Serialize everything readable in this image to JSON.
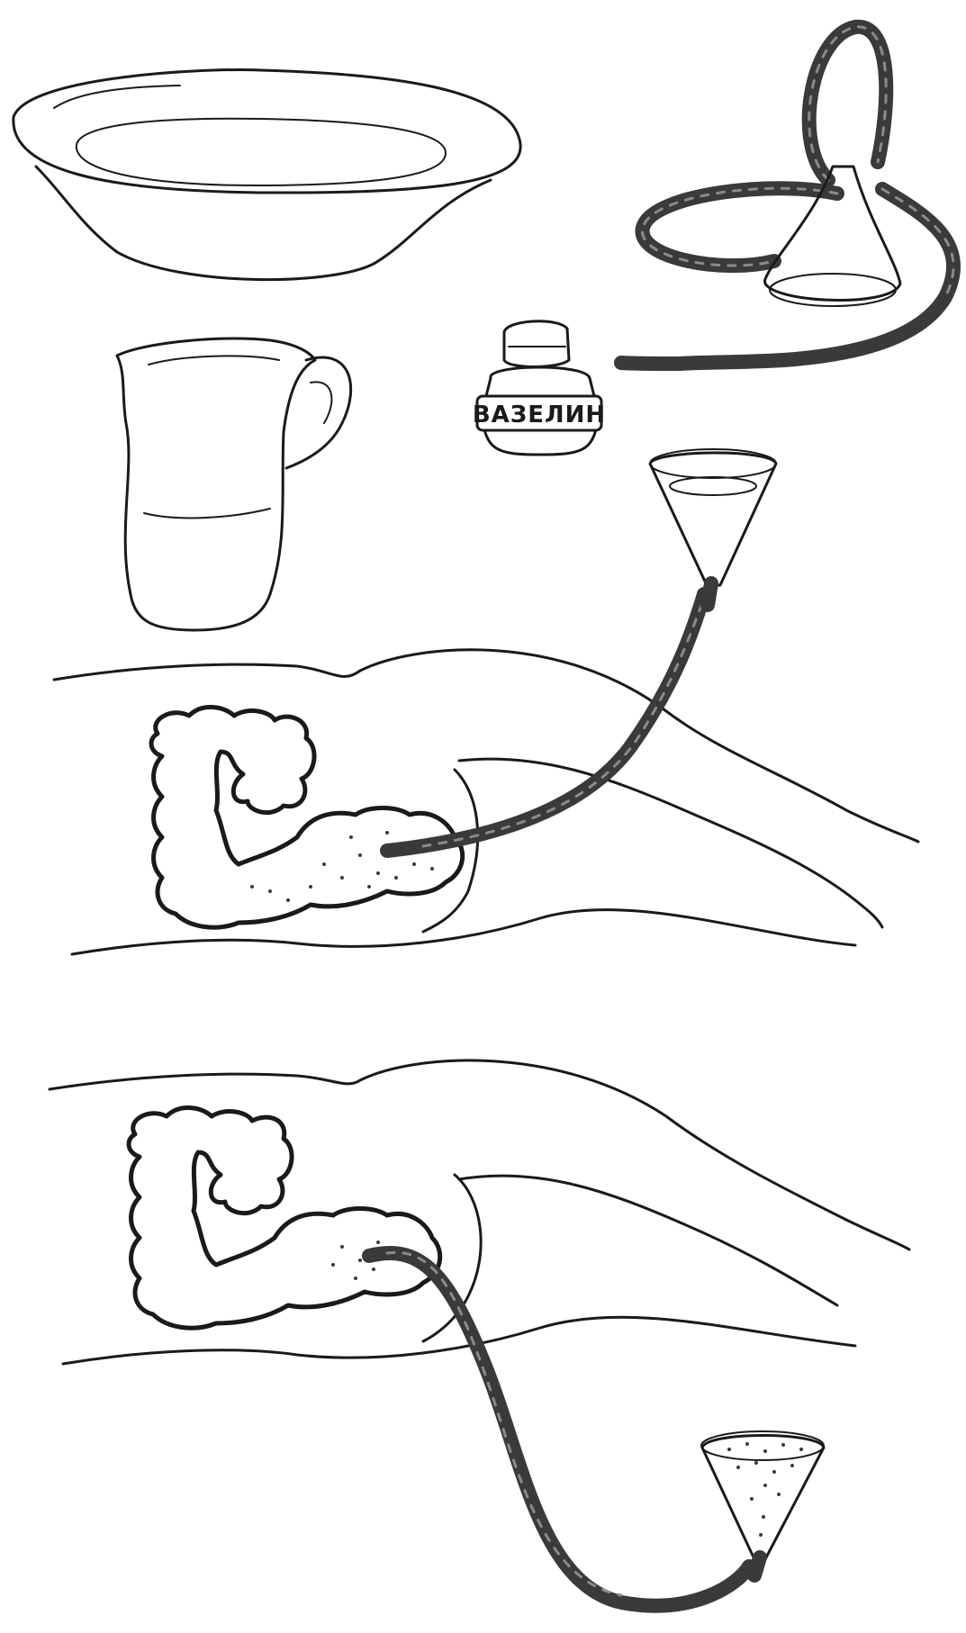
{
  "figure": {
    "items": [
      {
        "name": "basin"
      },
      {
        "name": "pitcher"
      },
      {
        "name": "vaseline-jar",
        "label": "ВАЗЕЛИН"
      },
      {
        "name": "funnel-with-rubber-tube"
      }
    ],
    "scenes": [
      {
        "name": "enema-filling-scene"
      },
      {
        "name": "enema-draining-scene"
      }
    ]
  },
  "colors": {
    "ink": "#1a1a1a",
    "tube": "#3a3a3a",
    "background": "#ffffff"
  }
}
